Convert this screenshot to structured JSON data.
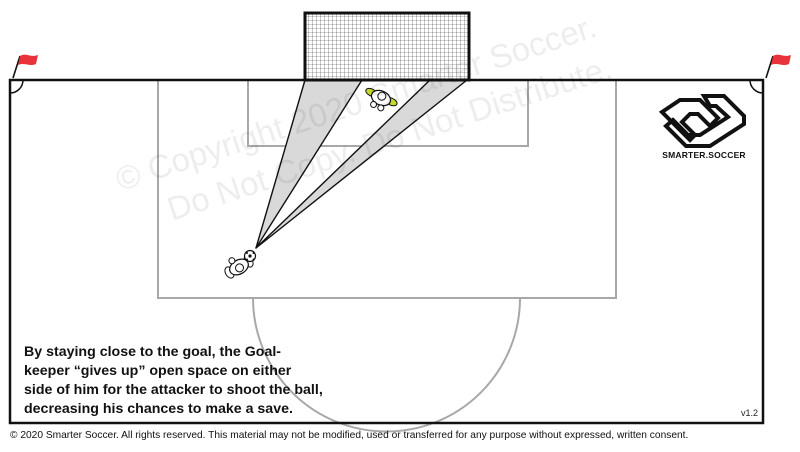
{
  "caption": {
    "line1": "By staying close to the goal, the Goal-",
    "line2": "keeper “gives up” open space on either",
    "line3": "side of him for the attacker to shoot the ball,",
    "line4": "decreasing his chances to make a save."
  },
  "version": "v1.2",
  "copyright": "© 2020 Smarter Soccer. All rights reserved. This material may not be modified, used or transferred for any purpose without expressed, written consent.",
  "brand": {
    "name": "SMARTER.SOCCER"
  },
  "watermark": {
    "line1": "© Copyright 2020 Smarter Soccer.",
    "line2": "Do Not Copy. Do Not Distribute."
  },
  "colors": {
    "field_line": "#111111",
    "box_line": "#a8a8a8",
    "shooting_lane": "#d9d9d9",
    "corner_flag": "#e8333a",
    "goalkeeper_gloves": "#c5d92d"
  }
}
